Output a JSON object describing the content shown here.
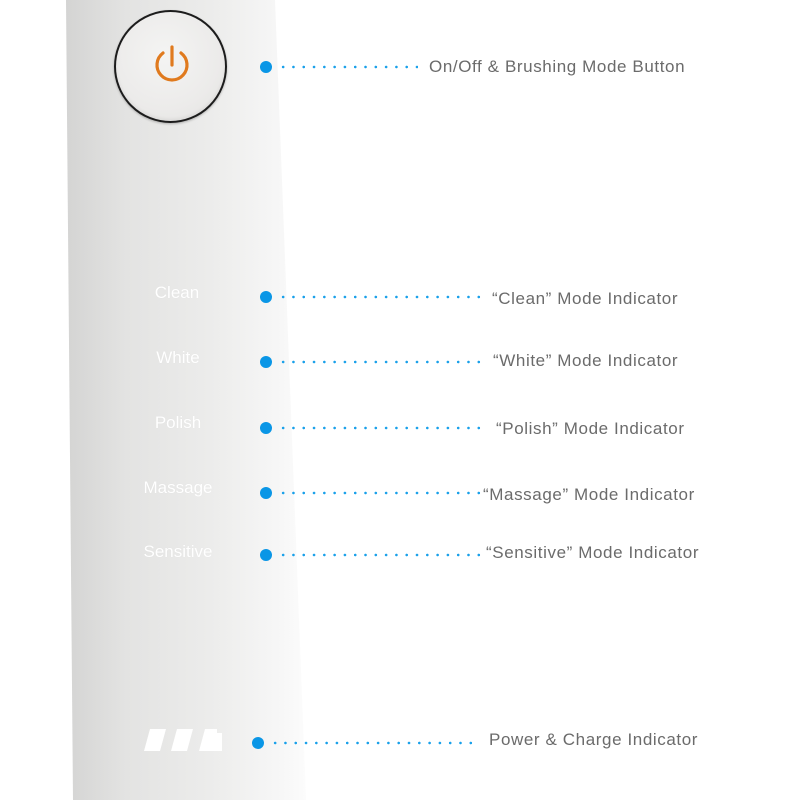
{
  "device": {
    "power_button": {
      "icon": "power-icon",
      "icon_color": "#e07a1e"
    },
    "mode_labels": [
      "Clean",
      "White",
      "Polish",
      "Massage",
      "Sensitive"
    ],
    "battery_indicator": {
      "icon": "battery-level-icon",
      "segments": 3
    }
  },
  "callouts": [
    {
      "label": "On/Off & Brushing Mode Button"
    },
    {
      "label": "“Clean” Mode Indicator"
    },
    {
      "label": "“White” Mode Indicator"
    },
    {
      "label": "“Polish” Mode Indicator"
    },
    {
      "label": "“Massage” Mode Indicator"
    },
    {
      "label": "“Sensitive” Mode Indicator"
    },
    {
      "label": "Power & Charge Indicator"
    }
  ],
  "colors": {
    "callout_dot": "#0a96e6",
    "callout_text": "#6b6b6b",
    "power_icon": "#e07a1e",
    "background": "#ffffff"
  }
}
